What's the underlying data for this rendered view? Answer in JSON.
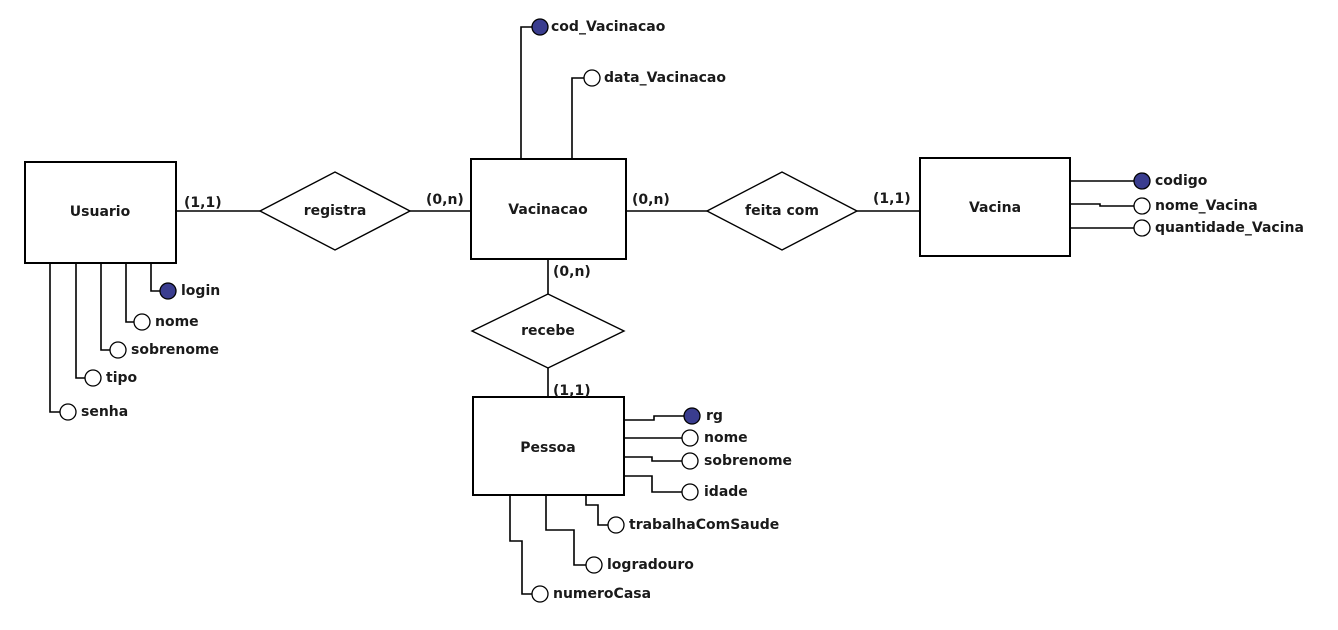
{
  "diagram": {
    "entities": {
      "usuario": {
        "name": "Usuario"
      },
      "vacinacao": {
        "name": "Vacinacao"
      },
      "vacina": {
        "name": "Vacina"
      },
      "pessoa": {
        "name": "Pessoa"
      }
    },
    "relationships": {
      "registra": {
        "name": "registra"
      },
      "feita_com": {
        "name": "feita com"
      },
      "recebe": {
        "name": "recebe"
      }
    },
    "cardinalities": {
      "usuario_registra": "(1,1)",
      "registra_vacinacao": "(0,n)",
      "vacinacao_feita": "(0,n)",
      "feita_vacina": "(1,1)",
      "vacinacao_recebe": "(0,n)",
      "recebe_pessoa": "(1,1)"
    },
    "attributes": {
      "vacinacao": [
        {
          "name": "cod_Vacinacao",
          "key": true
        },
        {
          "name": "data_Vacinacao",
          "key": false
        }
      ],
      "usuario": [
        {
          "name": "login",
          "key": true
        },
        {
          "name": "nome",
          "key": false
        },
        {
          "name": "sobrenome",
          "key": false
        },
        {
          "name": "tipo",
          "key": false
        },
        {
          "name": "senha",
          "key": false
        }
      ],
      "vacina": [
        {
          "name": "codigo",
          "key": true
        },
        {
          "name": "nome_Vacina",
          "key": false
        },
        {
          "name": "quantidade_Vacina",
          "key": false
        }
      ],
      "pessoa": [
        {
          "name": "rg",
          "key": true
        },
        {
          "name": "nome",
          "key": false
        },
        {
          "name": "sobrenome",
          "key": false
        },
        {
          "name": "idade",
          "key": false
        },
        {
          "name": "trabalhaComSaude",
          "key": false
        },
        {
          "name": "logradouro",
          "key": false
        },
        {
          "name": "numeroCasa",
          "key": false
        }
      ]
    },
    "colors": {
      "key_attribute": "#3a3d8f",
      "plain_attribute": "#ffffff",
      "stroke": "#000000"
    }
  }
}
